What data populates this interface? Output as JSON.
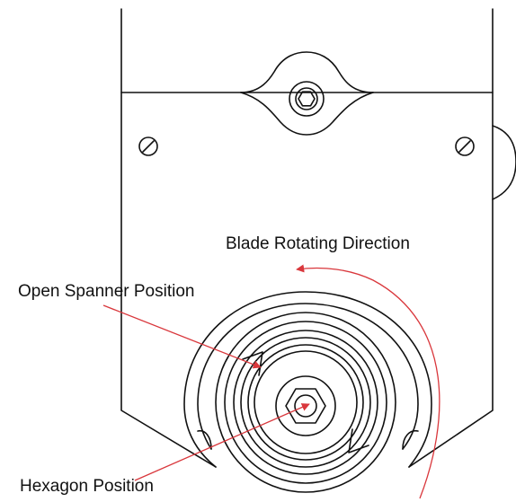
{
  "labels": {
    "blade_rotating_direction": "Blade Rotating Direction",
    "open_spanner_position": "Open Spanner Position",
    "hexagon_position": "Hexagon Position"
  },
  "colors": {
    "line": "#111111",
    "annotation": "#d9373c",
    "background": "#ffffff"
  }
}
